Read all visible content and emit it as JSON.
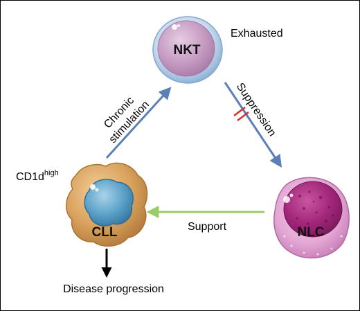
{
  "diagram": {
    "cells": {
      "nkt": {
        "label": "NKT"
      },
      "cll": {
        "label": "CLL"
      },
      "nlc": {
        "label": "NLC"
      }
    },
    "annotations": {
      "exhausted": "Exhausted",
      "cd1d": {
        "base": "CD1d",
        "superscript": "high"
      }
    },
    "edges": {
      "chronic_stimulation": {
        "line1": "Chronic",
        "line2": "stimulation"
      },
      "suppression": {
        "label": "Suppression"
      },
      "support": {
        "label": "Support"
      },
      "disease_progression": {
        "label": "Disease progression"
      }
    },
    "colors": {
      "blue_arrow": "#5b7fb8",
      "green_arrow": "#9bcc6a",
      "black_arrow": "#000000",
      "inhibition_mark": "#d0312d",
      "nkt_cell": "#c59bc2",
      "cll_cell": "#d9a15c",
      "cll_nucleus": "#5aa0c8",
      "nlc_cell": "#e3a7d4",
      "nlc_nucleus": "#a1257a"
    }
  }
}
